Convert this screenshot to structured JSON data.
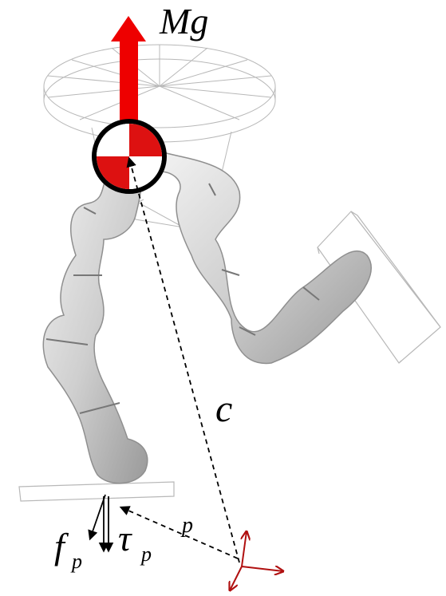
{
  "labels": {
    "gravity": "Mg",
    "com_vector": "c",
    "contact_vector": "p",
    "force_symbol": "f",
    "force_subscript": "p",
    "torque_symbol": "τ",
    "torque_subscript": "p"
  },
  "colors": {
    "gravity_arrow": "#ee0000",
    "com_marker_red": "#dd1111",
    "frame_axes": "#b01010",
    "robot_body": "#c9c9c9",
    "wireframe": "#b8b8b8",
    "ink": "#000000"
  }
}
